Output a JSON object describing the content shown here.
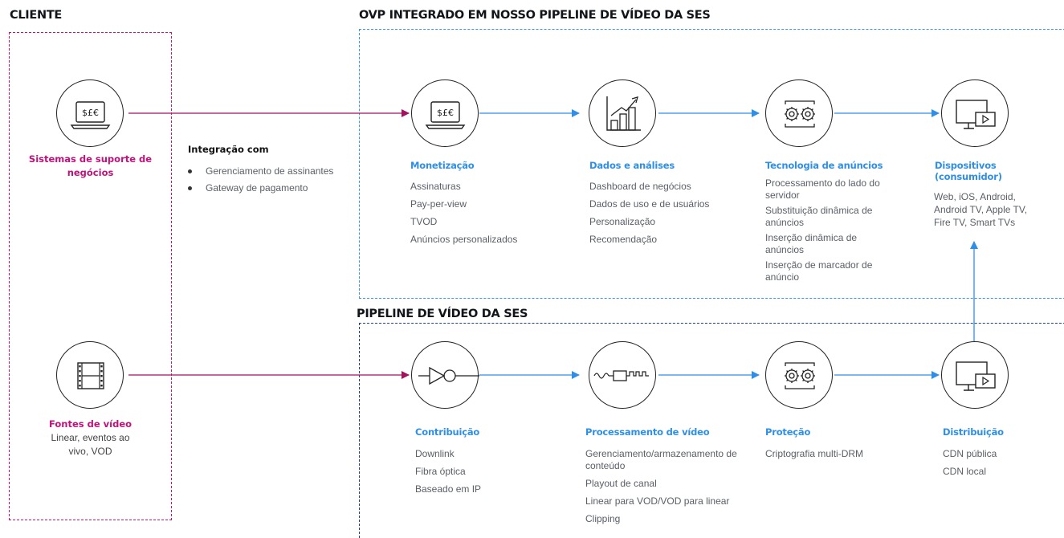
{
  "colors": {
    "magenta": "#c0127a",
    "blue": "#2f8fe6",
    "navy": "#1e3f8a",
    "dark": "#111418"
  },
  "sections": {
    "client_title": "CLIENTE",
    "ovp_title": "OVP INTEGRADO EM NOSSO PIPELINE DE VÍDEO DA SES",
    "pipeline_title": "PIPELINE DE VÍDEO DA SES"
  },
  "client": {
    "bss": {
      "icon": "currency-laptop-icon",
      "label": "Sistemas de suporte de negócios"
    },
    "video": {
      "icon": "film-strip-icon",
      "label": "Fontes de vídeo",
      "sub": "Linear, eventos ao vivo, VOD"
    }
  },
  "integration": {
    "title": "Integração com",
    "items": [
      "Gerenciamento de assinantes",
      "Gateway de pagamento"
    ]
  },
  "ovp": {
    "monetization": {
      "icon": "currency-laptop-icon",
      "title": "Monetização",
      "items": [
        "Assinaturas",
        "Pay-per-view",
        "TVOD",
        "Anúncios personalizados"
      ]
    },
    "analytics": {
      "icon": "growth-chart-icon",
      "title": "Dados e análises",
      "items": [
        "Dashboard de negócios",
        "Dados de uso e de usuários",
        "Personalização",
        "Recomendação"
      ]
    },
    "adtech": {
      "icon": "gears-icon",
      "title": "Tecnologia de anúncios",
      "items": [
        "Processamento do lado do servidor",
        "Substituição dinâmica de anúncios",
        "Inserção dinâmica de anúncios",
        "Inserção de marcador de anúncio"
      ]
    },
    "devices": {
      "icon": "devices-icon",
      "title": "Dispositivos (consumidor)",
      "text": "Web, iOS, Android, Android TV, Apple TV, Fire TV, Smart TVs"
    }
  },
  "pipeline": {
    "contribution": {
      "icon": "signal-amplifier-icon",
      "title": "Contribuição",
      "items": [
        "Downlink",
        "Fibra óptica",
        "Baseado em IP"
      ]
    },
    "processing": {
      "icon": "signal-processing-icon",
      "title": "Processamento de vídeo",
      "items": [
        "Gerenciamento/armazenamento de conteúdo",
        "Playout de canal",
        "Linear para VOD/VOD para linear",
        "Clipping"
      ]
    },
    "protection": {
      "icon": "gears-icon",
      "title": "Proteção",
      "items": [
        "Criptografia multi-DRM"
      ]
    },
    "distribution": {
      "icon": "devices-icon",
      "title": "Distribuição",
      "items": [
        "CDN pública",
        "CDN local"
      ]
    }
  }
}
